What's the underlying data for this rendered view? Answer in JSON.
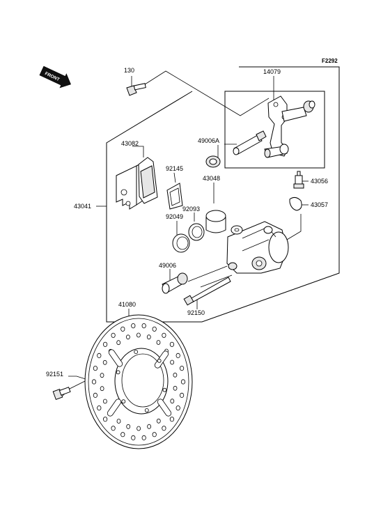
{
  "diagram_code": "F2292",
  "front_marker": "FRONT",
  "parts": {
    "p130": "130",
    "p14079": "14079",
    "p49006A": "49006A",
    "p43082": "43082",
    "p92145": "92145",
    "p43041": "43041",
    "p43048": "43048",
    "p92093": "92093",
    "p92049": "92049",
    "p43056": "43056",
    "p43057": "43057",
    "p49006": "49006",
    "p92150": "92150",
    "p41080": "41080",
    "p92151": "92151"
  }
}
